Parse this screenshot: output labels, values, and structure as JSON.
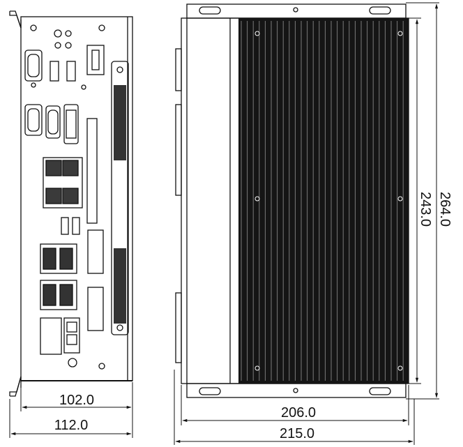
{
  "front_view": {
    "dimensions": {
      "inner_width": "102.0",
      "outer_width": "112.0"
    }
  },
  "top_view": {
    "dimensions": {
      "inner_width": "206.0",
      "outer_width": "215.0",
      "inner_height": "243.0",
      "outer_height": "264.0"
    }
  }
}
